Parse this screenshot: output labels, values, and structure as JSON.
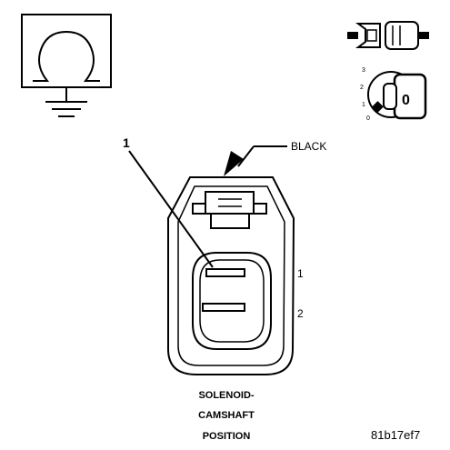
{
  "ohmmeter_symbol": {
    "icon": "ohm-ground-icon",
    "glyph": "Ω"
  },
  "connector_plug_icon": {
    "icon": "connector-plug-icon"
  },
  "ignition_switch": {
    "icon": "ignition-key-icon",
    "positions": [
      "3",
      "2",
      "1",
      "0"
    ],
    "key_label": "0"
  },
  "connector": {
    "color_label": "BLACK",
    "callout_label": "1",
    "pin_labels": [
      "1",
      "2"
    ],
    "name_lines": [
      "SOLENOID-",
      "CAMSHAFT",
      "POSITION"
    ]
  },
  "figure_code": "81b17ef7"
}
